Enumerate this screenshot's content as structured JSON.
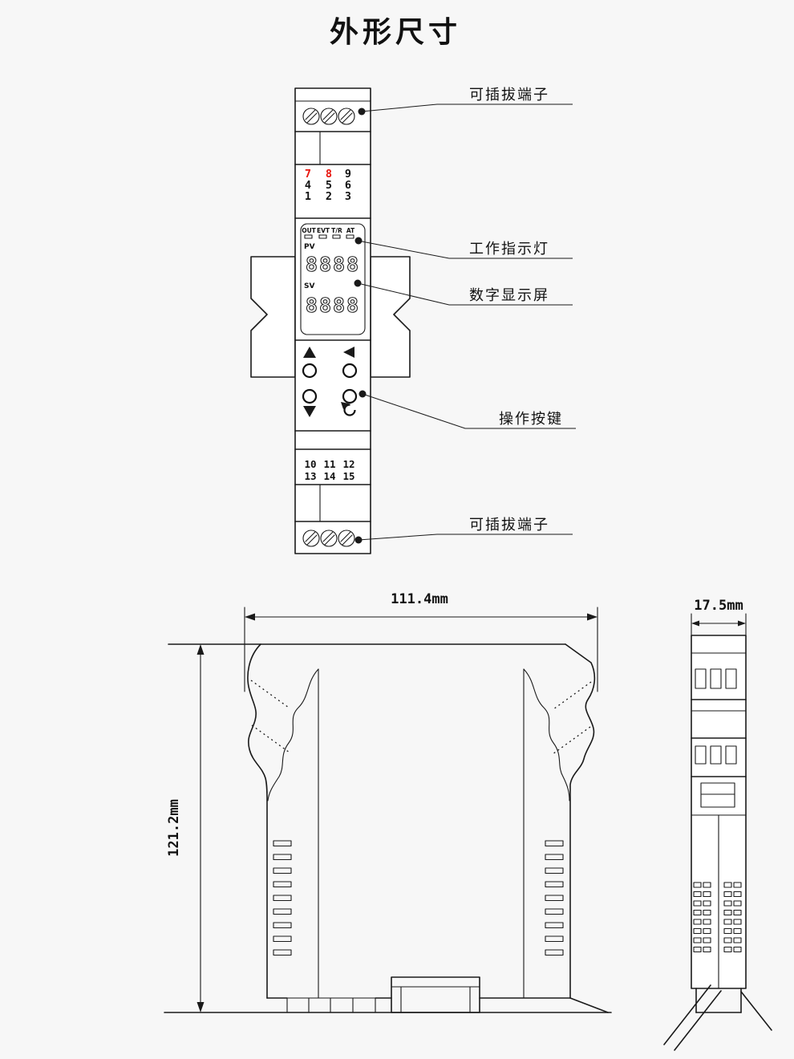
{
  "page": {
    "title": "外形尺寸",
    "background": "#f7f7f7"
  },
  "colors": {
    "line": "#1a1a1a",
    "red": "#e8150d",
    "text": "#111111"
  },
  "front_view": {
    "indicator_labels": [
      "OUT",
      "EVT",
      "T/R",
      "AT"
    ],
    "pv_label": "PV",
    "sv_label": "SV",
    "pv_value": "8888",
    "sv_value": "8888",
    "top_terminals": [
      [
        "7",
        "8",
        "9"
      ],
      [
        "4",
        "5",
        "6"
      ],
      [
        "1",
        "2",
        "3"
      ]
    ],
    "bottom_terminals": [
      [
        "10",
        "11",
        "12"
      ],
      [
        "13",
        "14",
        "15"
      ]
    ]
  },
  "callouts": {
    "top_terminal": "可插拔端子",
    "indicator_light": "工作指示灯",
    "digital_display": "数字显示屏",
    "operation_buttons": "操作按键",
    "bottom_terminal": "可插拔端子"
  },
  "dimensions": {
    "width": "111.4mm",
    "height": "121.2mm",
    "depth": "17.5mm"
  }
}
